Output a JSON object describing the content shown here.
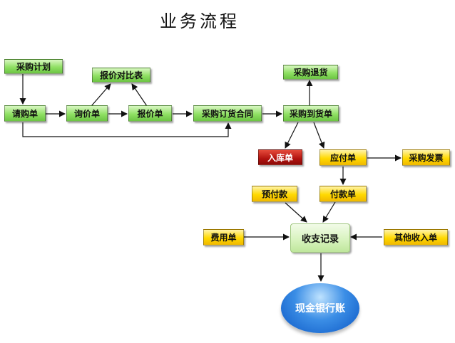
{
  "title": "业务流程",
  "nodes": {
    "plan": "采购计划",
    "request": "请购单",
    "inquiry": "询价单",
    "quote": "报价单",
    "compare": "报价对比表",
    "contract": "采购订货合同",
    "return": "采购退货",
    "arrival": "采购到货单",
    "stock_in": "入库单",
    "payable": "应付单",
    "invoice": "采购发票",
    "prepay": "预付款",
    "payment": "付款单",
    "expense": "费用单",
    "ledger": "收支记录",
    "other_income": "其他收入单",
    "bank": "现金银行账"
  },
  "colors": {
    "green": "#8fe063",
    "yellow": "#ffd900",
    "red": "#b2130f",
    "blue": "#0b56c4"
  }
}
